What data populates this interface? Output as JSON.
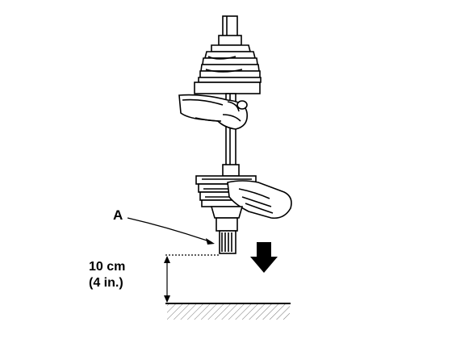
{
  "labels": {
    "callout_a": "A",
    "distance_metric": "10 cm",
    "distance_imperial": "(4 in.)"
  }
}
